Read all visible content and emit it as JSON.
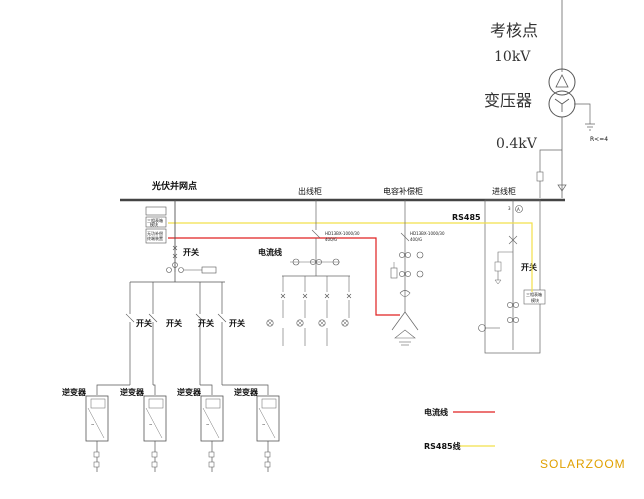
{
  "labels": {
    "assessment_point": "考核点",
    "voltage_hv": "10kV",
    "transformer": "变压器",
    "voltage_lv": "0.4kV",
    "ground_mark": "R<=4",
    "pv_grid_point": "光伏并网点",
    "outgoing_cabinet": "出线柜",
    "capacitor_cabinet": "电容补偿柜",
    "incoming_cabinet": "进线柜",
    "rs485": "RS485",
    "current_line_text": "电流线",
    "switch_main": "开关",
    "switch_incoming": "开关",
    "branch_switches": [
      "开关",
      "开关",
      "开关",
      "开关"
    ],
    "inverters": [
      "逆变器",
      "逆变器",
      "逆变器",
      "逆变器"
    ],
    "outgoing_device_code": "HD13BX-1000/30",
    "outgoing_device_sub": "400/G",
    "capacitor_device_code": "HD13BX-1000/30",
    "capacitor_device_sub": "400/G",
    "meter_box_1": "三相表箱",
    "meter_box_1b": "模块",
    "meter_box_2": "无功补偿",
    "meter_box_2b": "终端装置",
    "meter_box_3": "三相表箱",
    "meter_box_3b": "模块"
  },
  "legend": {
    "current_line": "电流线",
    "rs485_line": "RS485线"
  },
  "colors": {
    "current_line": "#e02020",
    "rs485_line": "#f2e04a",
    "logo": "#e0a000"
  },
  "watermark": "SOLARZOOM"
}
